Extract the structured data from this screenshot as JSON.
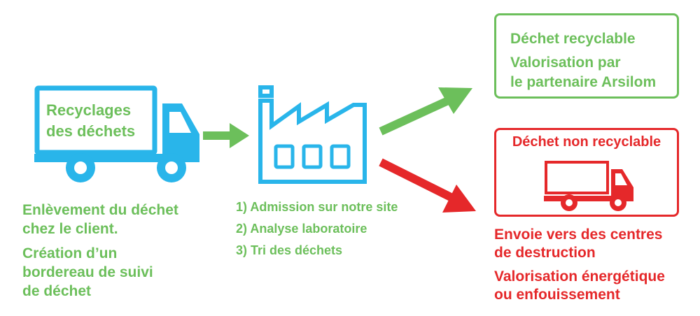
{
  "truck": {
    "label_line1": "Recyclages",
    "label_line2": "des déchets"
  },
  "pickup": {
    "line1": "Enlèvement du déchet",
    "line2": "chez le client.",
    "creation_line1": "Création d’un",
    "creation_line2": "bordereau de suivi",
    "creation_line3": "de déchet"
  },
  "steps": {
    "step1": "1) Admission sur notre site",
    "step2": "2) Analyse laboratoire",
    "step3": "3) Tri des déchets"
  },
  "recyclable": {
    "title": "Déchet recyclable",
    "line2": "Valorisation par",
    "line3": "le partenaire Arsilom"
  },
  "non_recyclable": {
    "title": "Déchet non recyclable",
    "line1": "Envoie vers des centres",
    "line2": "de destruction",
    "line3": "Valorisation énergétique",
    "line4": "ou enfouissement"
  },
  "colors": {
    "green": "#6cbf5b",
    "blue": "#29b5ea",
    "red": "#e5282a"
  },
  "icons": {
    "truck": "delivery-truck-icon",
    "factory": "factory-icon",
    "small_truck": "small-truck-icon"
  }
}
